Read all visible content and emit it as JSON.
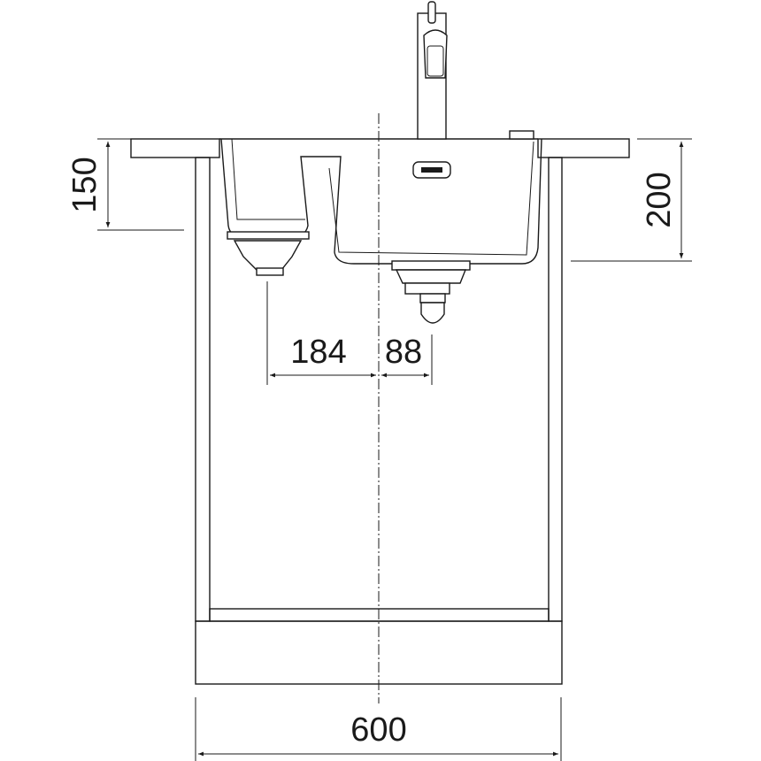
{
  "drawing": {
    "dimensions": {
      "countertop_to_left_bowl": "150",
      "countertop_to_right_bowl": "200",
      "left_drain_offset": "184",
      "right_drain_offset": "88",
      "cabinet_width": "600"
    },
    "line_color": "#1a1a1a",
    "background": "#ffffff"
  }
}
